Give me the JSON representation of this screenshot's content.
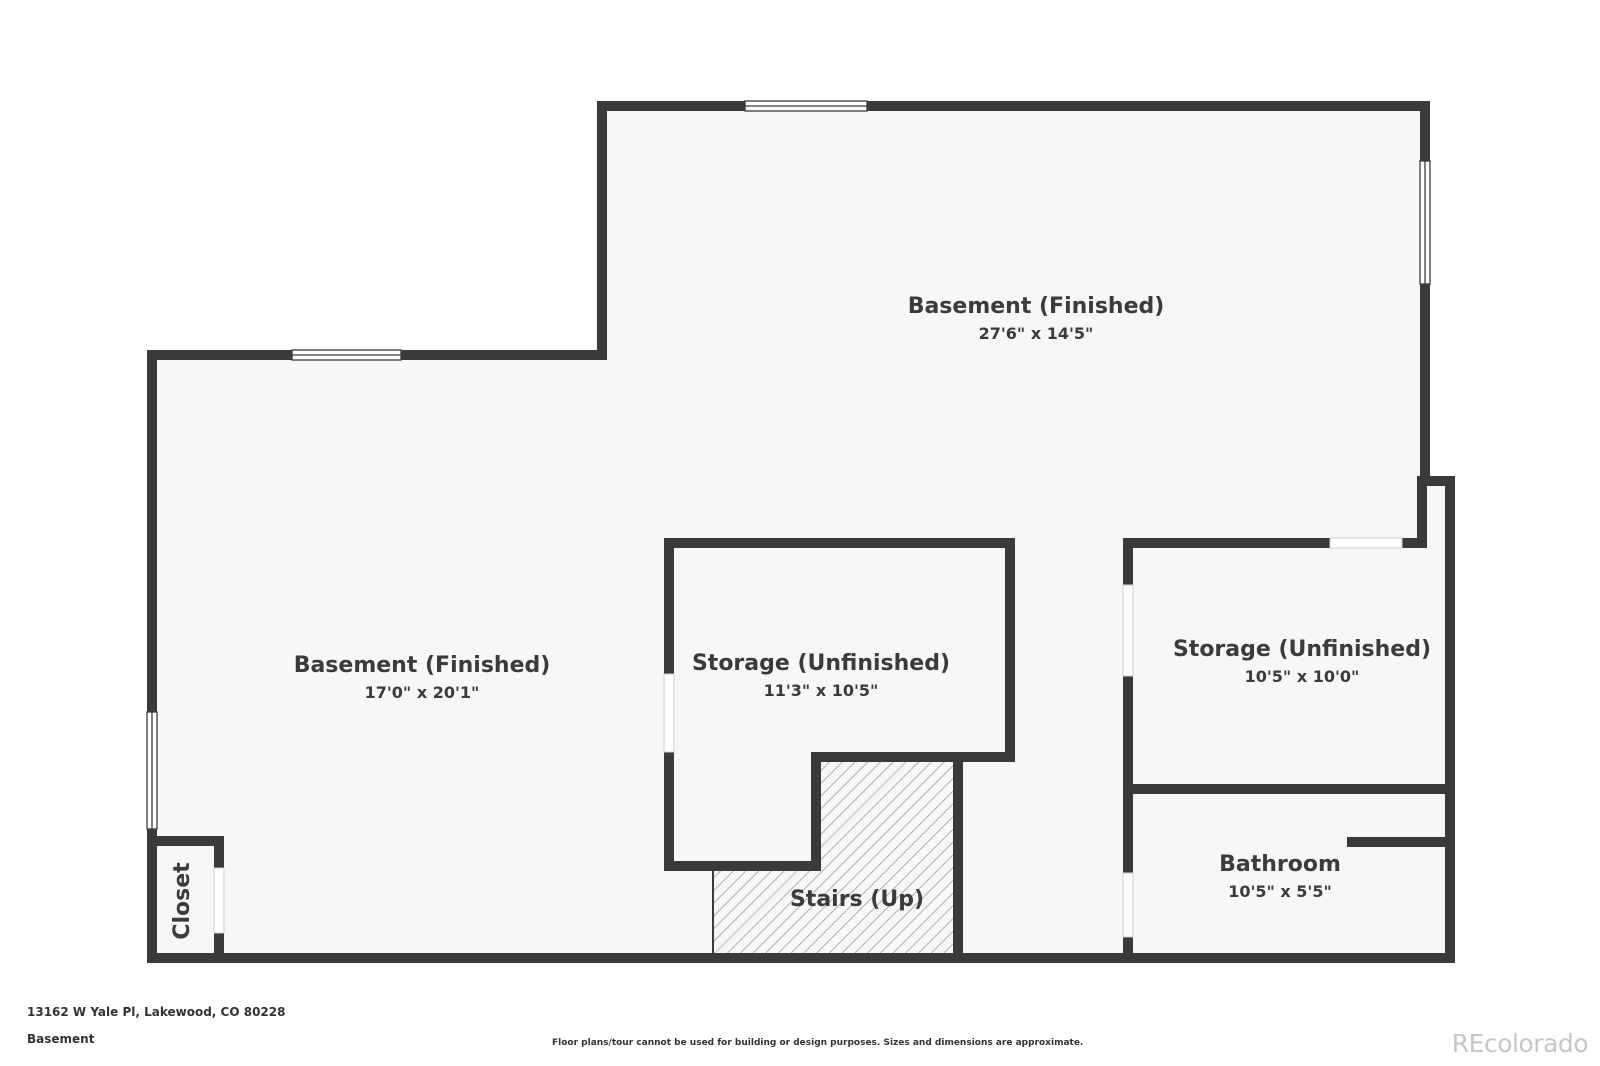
{
  "rooms": [
    {
      "id": "basement-finished-upper",
      "name": "Basement (Finished)",
      "dims": "27'6\" x 14'5\""
    },
    {
      "id": "basement-finished-lower",
      "name": "Basement (Finished)",
      "dims": "17'0\" x 20'1\""
    },
    {
      "id": "storage-center",
      "name": "Storage (Unfinished)",
      "dims": "11'3\" x 10'5\""
    },
    {
      "id": "storage-right",
      "name": "Storage (Unfinished)",
      "dims": "10'5\" x 10'0\""
    },
    {
      "id": "bathroom",
      "name": "Bathroom",
      "dims": "10'5\" x 5'5\""
    },
    {
      "id": "stairs",
      "name": "Stairs (Up)",
      "dims": ""
    },
    {
      "id": "closet",
      "name": "Closet",
      "dims": ""
    }
  ],
  "footer": {
    "address": "13162 W Yale Pl, Lakewood, CO 80228",
    "level": "Basement",
    "disclaimer": "Floor plans/tour cannot be used for building or design purposes. Sizes and dimensions are approximate.",
    "brand": "REcolorado"
  },
  "colors": {
    "wall": "#3a3a3a",
    "floor": "#f7f7f7",
    "hatch": "#8a8a8a"
  }
}
